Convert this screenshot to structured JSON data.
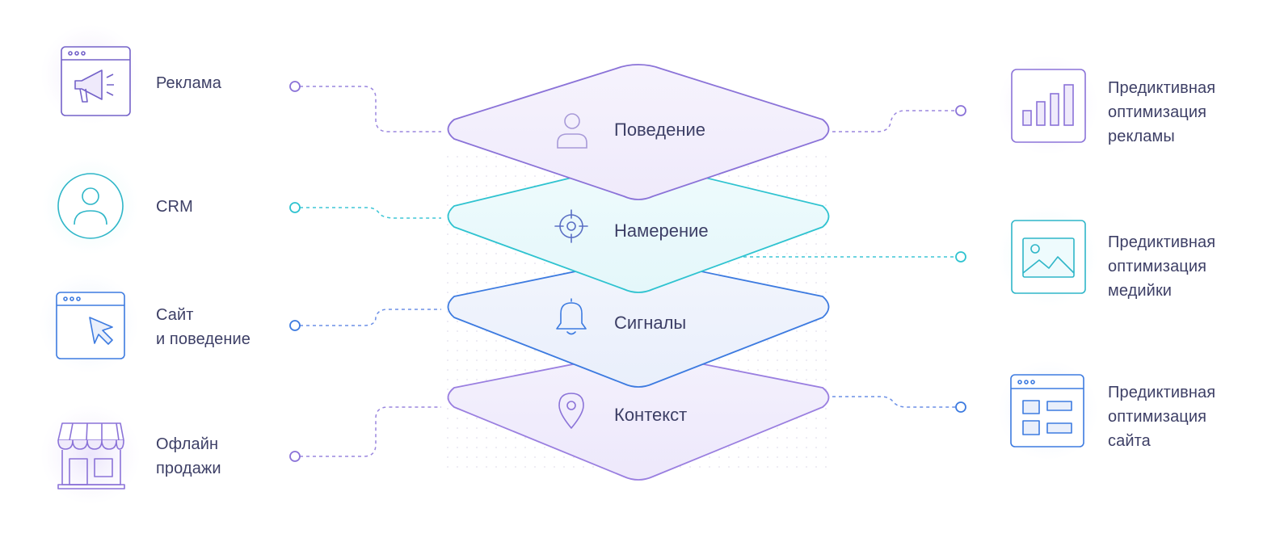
{
  "sources": [
    {
      "id": "ads",
      "lines": [
        "Реклама"
      ],
      "icon": "megaphone-browser-icon"
    },
    {
      "id": "crm",
      "lines": [
        "CRM"
      ],
      "icon": "user-circle-icon"
    },
    {
      "id": "site",
      "lines": [
        "Сайт",
        "и поведение"
      ],
      "icon": "cursor-browser-icon"
    },
    {
      "id": "offline",
      "lines": [
        "Офлайн",
        "продажи"
      ],
      "icon": "storefront-icon"
    }
  ],
  "layers": [
    {
      "id": "behavior",
      "label": "Поведение",
      "icon": "person-icon",
      "color": "#8b73d8"
    },
    {
      "id": "intent",
      "label": "Намерение",
      "icon": "target-icon",
      "color": "#2fc3d0"
    },
    {
      "id": "signals",
      "label": "Сигналы",
      "icon": "bell-icon",
      "color": "#3d7be0"
    },
    {
      "id": "context",
      "label": "Контекст",
      "icon": "location-pin-icon",
      "color": "#9a7fe0"
    }
  ],
  "outputs": [
    {
      "id": "ad-opt",
      "lines": [
        "Предиктивная",
        "оптимизация",
        "рекламы"
      ],
      "icon": "bar-chart-icon"
    },
    {
      "id": "media-opt",
      "lines": [
        "Предиктивная",
        "оптимизация",
        "медийки"
      ],
      "icon": "image-icon"
    },
    {
      "id": "site-opt",
      "lines": [
        "Предиктивная",
        "оптимизация",
        "сайта"
      ],
      "icon": "layout-browser-icon"
    }
  ]
}
